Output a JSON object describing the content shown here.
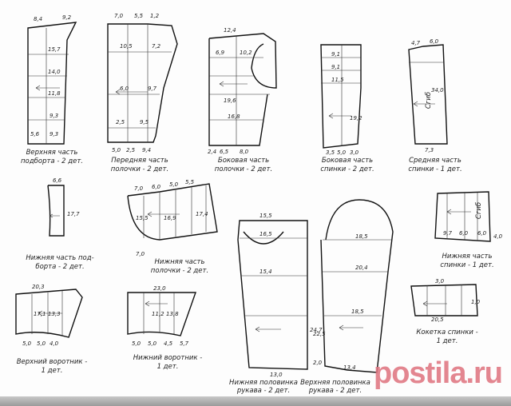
{
  "pieces": [
    {
      "caption": [
        "Верхняя часть",
        "подборта - 2 дет."
      ],
      "measures": [
        "8,4",
        "9,2",
        "15,7",
        "14,0",
        "11,8",
        "9,3",
        "5,6",
        "9,3"
      ]
    },
    {
      "caption": [
        "Передняя часть",
        "полочки - 2 дет."
      ],
      "measures": [
        "7,0",
        "5,5",
        "1,2",
        "10,5",
        "7,2",
        "6,0",
        "9,7",
        "2,5",
        "9,5",
        "5,0",
        "2,5",
        "9,4"
      ]
    },
    {
      "caption": [
        "Боковая часть",
        "полочки - 2 дет."
      ],
      "measures": [
        "12,4",
        "6,9",
        "10,2",
        "19,6",
        "16,8",
        "2,4",
        "6,5",
        "8,0"
      ]
    },
    {
      "caption": [
        "Боковая часть",
        "спинки - 2 дет."
      ],
      "measures": [
        "9,1",
        "9,1",
        "11,5",
        "19,2",
        "3,5",
        "5,0",
        "3,0"
      ]
    },
    {
      "caption": [
        "Средняя часть",
        "спинки - 1 дет."
      ],
      "measures": [
        "4,7",
        "6,0",
        "34,0",
        "7,3"
      ],
      "fold": "Сгиб"
    },
    {
      "caption": [
        "Нижняя часть под-",
        "борта - 2 дет."
      ],
      "measures": [
        "6,6",
        "17,7"
      ]
    },
    {
      "caption": [
        "Нижняя часть",
        "полочки - 2 дет."
      ],
      "measures": [
        "7,0",
        "6,0",
        "5,0",
        "5,5",
        "15,5",
        "16,9",
        "17,4",
        "7,0"
      ]
    },
    {
      "caption": [
        "Нижняя половинка",
        "рукава - 2 дет."
      ],
      "measures": [
        "15,5",
        "16,5",
        "15,4",
        "13,0",
        "24,7"
      ]
    },
    {
      "caption": [
        "Верхняя половинка",
        "рукава - 2 дет."
      ],
      "measures": [
        "18,5",
        "20,4",
        "18,5",
        "22,5",
        "2,0",
        "13,4"
      ]
    },
    {
      "caption": [
        "Нижняя часть",
        "спинки - 1 дет."
      ],
      "measures": [
        "9,7",
        "6,0",
        "6,0",
        "4,0"
      ],
      "fold": "Сгиб"
    },
    {
      "caption": [
        "Верхний воротник -",
        "1 дет."
      ],
      "measures": [
        "20,3",
        "17,1",
        "13,3",
        "5,0",
        "5,0",
        "4,0"
      ]
    },
    {
      "caption": [
        "Нижний воротник -",
        "1 дет."
      ],
      "measures": [
        "23,0",
        "11,2",
        "13,8",
        "5,0",
        "5,0",
        "4,5",
        "5,7"
      ]
    },
    {
      "caption": [
        "Кокетка спинки -",
        "1 дет."
      ],
      "measures": [
        "20,5",
        "3,0",
        "1,0"
      ]
    }
  ],
  "watermark": "postila.ru"
}
